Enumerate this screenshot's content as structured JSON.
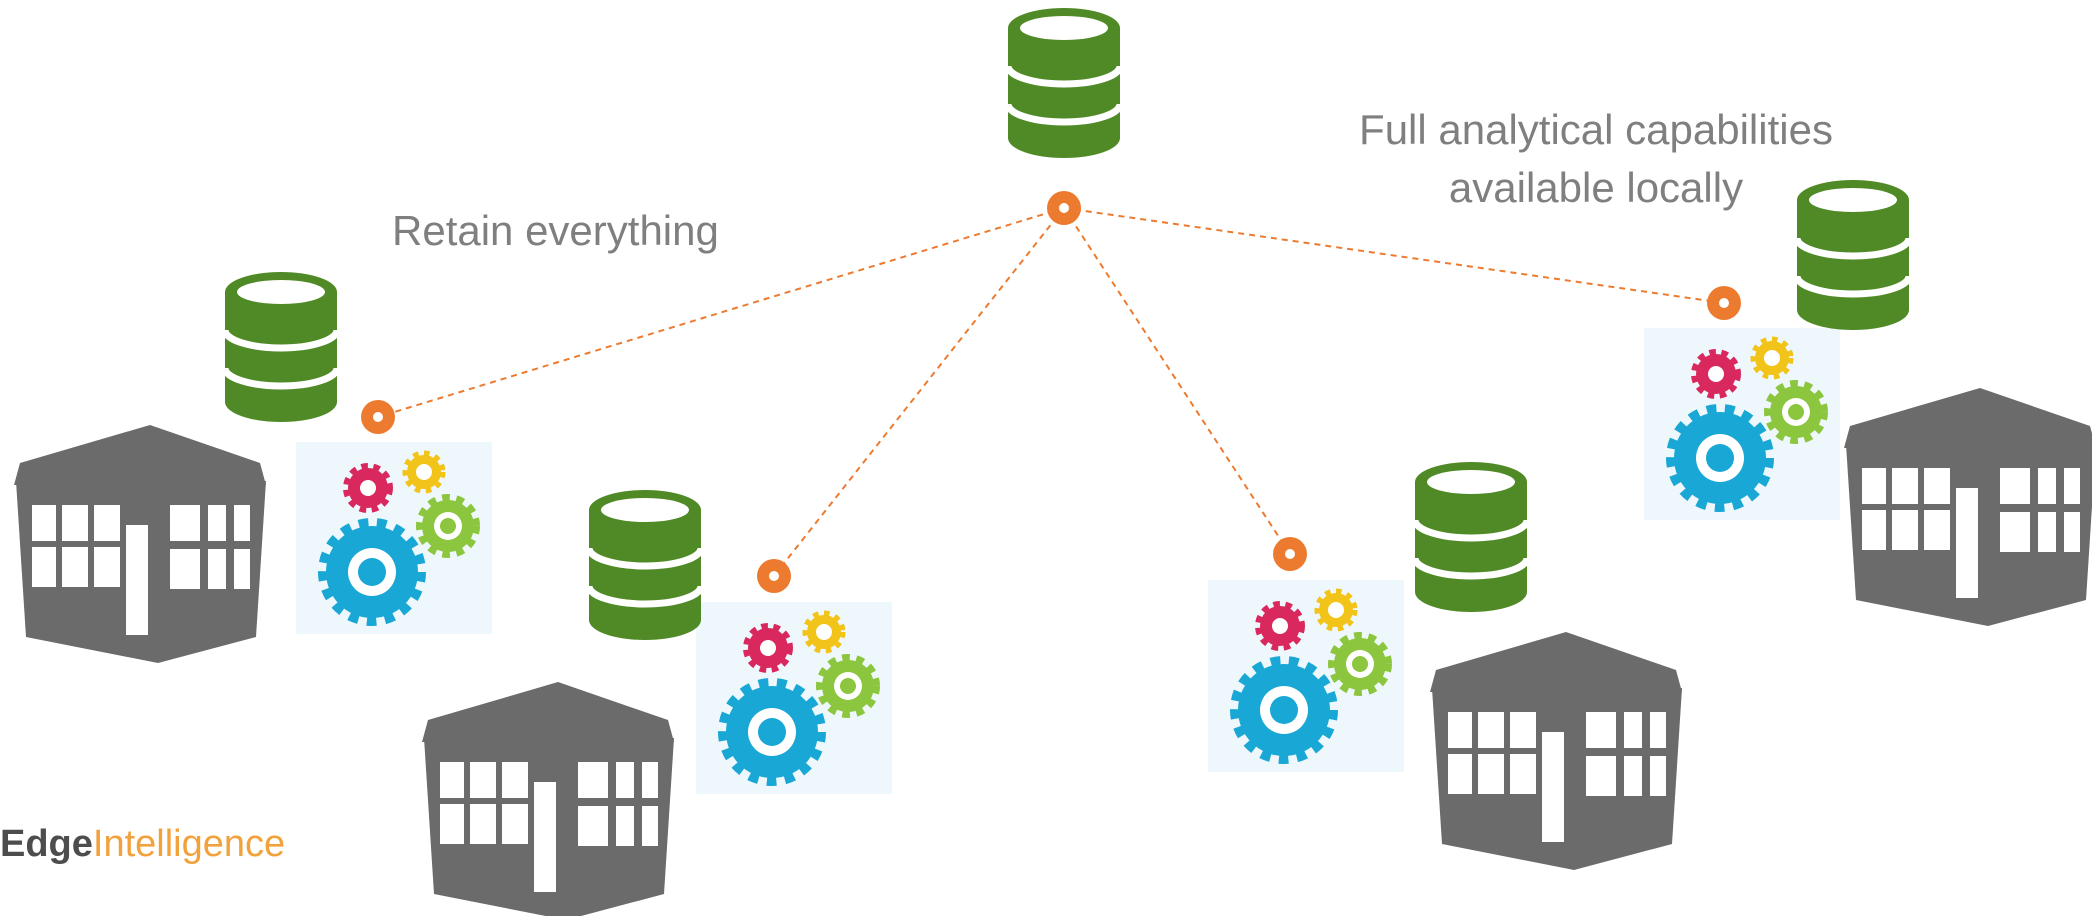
{
  "captions": {
    "retain": "Retain everything",
    "full_line1": "Full analytical capabilities",
    "full_line2": "available locally"
  },
  "logo": {
    "part1": "Edge",
    "part2": "Intelligence"
  },
  "colors": {
    "database": "#4f8a26",
    "connector": "#ec7b30",
    "building": "#6b6b6b",
    "gear_blue": "#19a7d6",
    "gear_green": "#8cc63f",
    "gear_pink": "#d9285e",
    "gear_yellow": "#f2c318",
    "caption_text": "#7f7f7f"
  },
  "icons": [
    "database-icon",
    "building-icon",
    "gears-icon",
    "node-icon"
  ]
}
